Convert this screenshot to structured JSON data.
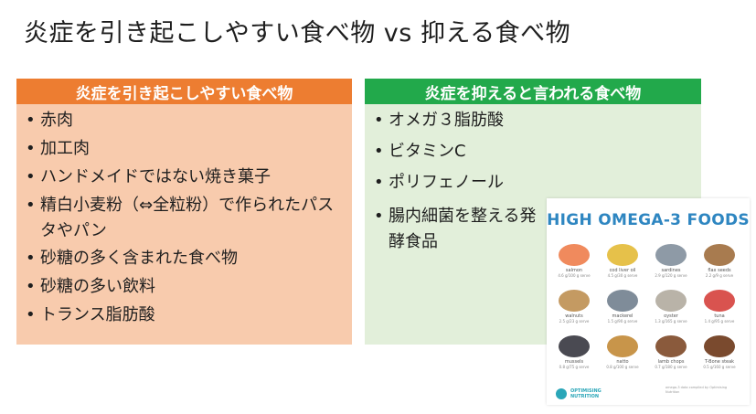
{
  "title": "炎症を引き起こしやすい食べ物 vs 抑える食べ物",
  "left": {
    "header": "炎症を引き起こしやすい食べ物",
    "items": [
      "赤肉",
      "加工肉",
      "ハンドメイドではない焼き菓子",
      "精白小麦粉（⇔全粒粉）で作られたパスタやパン",
      "砂糖の多く含まれた食べ物",
      "砂糖の多い飲料",
      "トランス脂肪酸"
    ]
  },
  "right": {
    "header": "炎症を抑えると言われる食べ物",
    "items": [
      "オメガ３脂肪酸",
      "ビタミンC",
      "ポリフェノール",
      "腸内細菌を整える発酵食品"
    ]
  },
  "poster": {
    "title": "HIGH OMEGA-3 FOODS",
    "foods": [
      {
        "name": "salmon",
        "amount": "4.6 g/100 g serve",
        "color": "#f08a5d"
      },
      {
        "name": "cod liver oil",
        "amount": "4.5 g/30 g serve",
        "color": "#e6c14a"
      },
      {
        "name": "sardines",
        "amount": "2.9 g/120 g serve",
        "color": "#8e9aa6"
      },
      {
        "name": "flax seeds",
        "amount": "2.2 g/9 g serve",
        "color": "#a87b4f"
      },
      {
        "name": "walnuts",
        "amount": "2.5 g/23 g serve",
        "color": "#c49a62"
      },
      {
        "name": "mackerel",
        "amount": "1.5 g/90 g serve",
        "color": "#7f8c99"
      },
      {
        "name": "oyster",
        "amount": "1.3 g/165 g serve",
        "color": "#b9b3a8"
      },
      {
        "name": "tuna",
        "amount": "1.4 g/95 g serve",
        "color": "#d9534f"
      },
      {
        "name": "mussels",
        "amount": "0.8 g/75 g serve",
        "color": "#4a4a52"
      },
      {
        "name": "natto",
        "amount": "0.8 g/100 g serve",
        "color": "#c8954a"
      },
      {
        "name": "lamb chops",
        "amount": "0.7 g/180 g serve",
        "color": "#8a5a3c"
      },
      {
        "name": "T-Bone steak",
        "amount": "0.5 g/160 g serve",
        "color": "#7a4a2e"
      }
    ],
    "brand_line1": "OPTIMISING",
    "brand_line2": "NUTRITION",
    "note": "omega-3 data compiled by Optimising Nutrition"
  }
}
